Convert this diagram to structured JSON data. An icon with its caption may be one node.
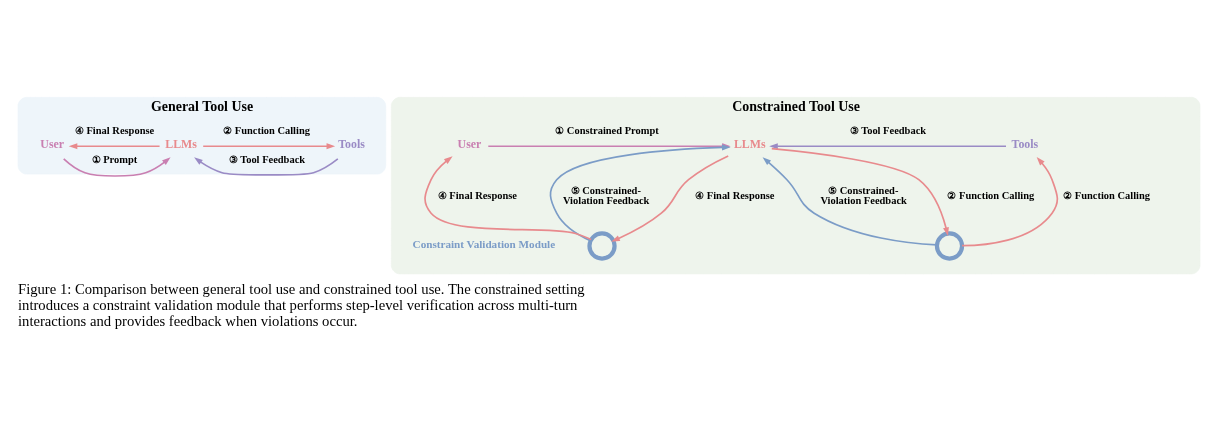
{
  "diagram": {
    "caption": "Figure 1: Comparison between general tool use and constrained tool use. The constrained setting introduces a constraint validation module that performs step-level verification across multi-turn interactions and provides feedback when violations occur.",
    "nodes": [
      {
        "text": [
          "General Tool Use"
        ]
      },
      {
        "text": [
          "User"
        ],
        "in": 0
      },
      {
        "text": [
          "LLMs"
        ],
        "in": 0
      },
      {
        "text": [
          "Tools"
        ],
        "in": 0
      },
      {
        "text": [
          "Constrained Tool Use"
        ]
      },
      {
        "text": [
          "User"
        ],
        "in": 4
      },
      {
        "text": [
          "LLMs"
        ],
        "in": 4
      },
      {
        "text": [
          "Tools"
        ],
        "in": 4
      },
      {
        "text": [],
        "shape": "circle",
        "in": 4
      },
      {
        "text": [],
        "shape": "circle",
        "in": 4
      }
    ],
    "edges": [
      {
        "from": 1,
        "to": 2,
        "arrow": "to",
        "label": "① Prompt",
        "color": "#c97fb1"
      },
      {
        "from": 2,
        "to": 1,
        "arrow": "to",
        "label": "④ Final Response"
      },
      {
        "from": 3,
        "to": 2,
        "arrow": "to",
        "label": "③ Tool Feedback",
        "color": "#9a8bc5"
      },
      {
        "from": 2,
        "to": 3,
        "arrow": "to",
        "label": "② Function Calling"
      },
      {
        "from": 5,
        "to": 6,
        "arrow": "to",
        "label": "① Constrained Prompt",
        "color": "#c97fb1"
      },
      {
        "from": 7,
        "to": 6,
        "arrow": "to",
        "label": "③ Tool Feedback",
        "color": "#9a8bc5"
      },
      {
        "from": 8,
        "to": 5,
        "arrow": "to",
        "label": "④ Final Response"
      },
      {
        "from": 8,
        "to": 6,
        "arrow": "to",
        "label": "⑤ Constrained- Violation Feedback",
        "color": "#7b9cc7"
      },
      {
        "from": 6,
        "to": 8,
        "arrow": "to",
        "label": "④ Final Response"
      },
      {
        "from": 9,
        "to": 6,
        "arrow": "to",
        "label": "⑤ Constrained- Violation Feedback",
        "color": "#7b9cc7"
      },
      {
        "from": 6,
        "to": 9,
        "arrow": "to",
        "label": "② Function Calling"
      },
      {
        "from": 9,
        "to": 7,
        "arrow": "to",
        "label": "② Function Calling"
      }
    ],
    "labels": [
      "Constraint Validation Module"
    ]
  }
}
